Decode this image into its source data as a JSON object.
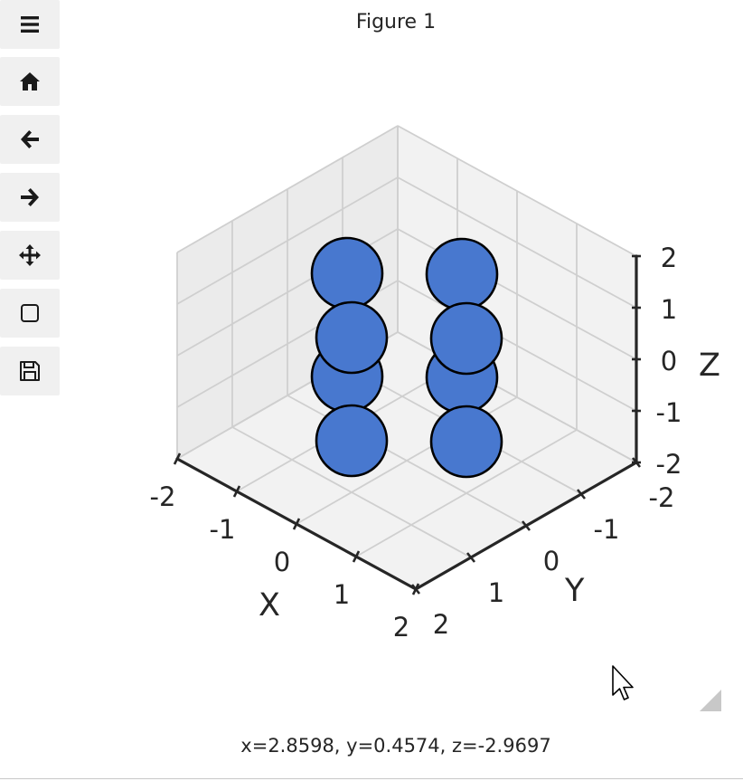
{
  "window": {
    "title": "Figure 1"
  },
  "toolbar": {
    "buttons": [
      {
        "name": "menu",
        "icon": "hamburger-menu-icon"
      },
      {
        "name": "home",
        "icon": "home-icon"
      },
      {
        "name": "back",
        "icon": "arrow-left-icon"
      },
      {
        "name": "forward",
        "icon": "arrow-right-icon"
      },
      {
        "name": "pan",
        "icon": "move-arrows-icon"
      },
      {
        "name": "zoom",
        "icon": "rectangle-zoom-icon"
      },
      {
        "name": "save",
        "icon": "floppy-disk-icon"
      }
    ]
  },
  "status": {
    "coords": "x=2.8598, y=0.4574, z=-2.9697"
  },
  "chart_data": {
    "type": "scatter",
    "projection": "3d",
    "title": "",
    "xlabel": "X",
    "ylabel": "Y",
    "zlabel": "Z",
    "xlim": [
      -2,
      2
    ],
    "ylim": [
      -2,
      2
    ],
    "zlim": [
      -2,
      2
    ],
    "x_ticks": [
      "-2",
      "-1",
      "0",
      "1",
      "2"
    ],
    "y_ticks": [
      "-2",
      "-1",
      "0",
      "1",
      "2"
    ],
    "z_ticks": [
      "-2",
      "-1",
      "0",
      "1",
      "2"
    ],
    "grid": true,
    "marker": "sphere",
    "marker_color": "#4878cf",
    "marker_edge_color": "#000000",
    "points": [
      {
        "x": 1,
        "y": 0,
        "z": 1
      },
      {
        "x": -1,
        "y": 0,
        "z": 1
      },
      {
        "x": 0,
        "y": 1,
        "z": 1
      },
      {
        "x": 0,
        "y": -1,
        "z": 1
      },
      {
        "x": 1,
        "y": 0,
        "z": -1
      },
      {
        "x": -1,
        "y": 0,
        "z": -1
      },
      {
        "x": 0,
        "y": 1,
        "z": -1
      },
      {
        "x": 0,
        "y": -1,
        "z": -1
      }
    ]
  }
}
